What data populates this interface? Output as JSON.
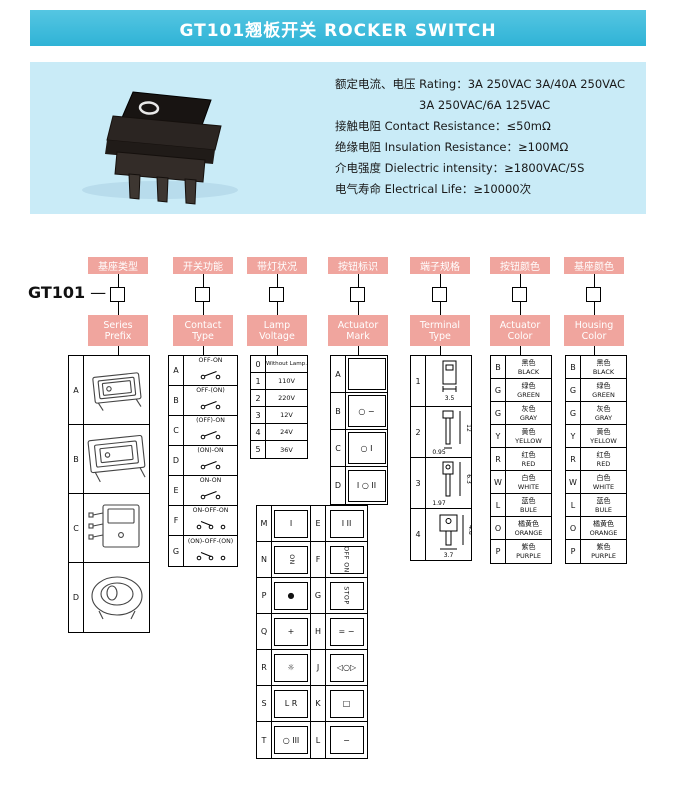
{
  "colors": {
    "banner": "#2fb3d6",
    "banner_light": "#55c6e2",
    "panel": "#c9ebf7",
    "tag": "#f0a59e"
  },
  "header": {
    "title": "GT101翘板开关 ROCKER SWITCH"
  },
  "specs": {
    "lines": [
      {
        "label": "额定电流、电压 Rating：",
        "value": "3A 250VAC 3A/40A 250VAC",
        "indent": false
      },
      {
        "label": "",
        "value": "3A 250VAC/6A 125VAC",
        "indent": true
      },
      {
        "label": "接触电阻 Contact Resistance：",
        "value": "≤50mΩ",
        "indent": false
      },
      {
        "label": "绝缘电阻 Insulation Resistance：",
        "value": "≥100MΩ",
        "indent": false
      },
      {
        "label": "介电强度 Dielectric intensity：",
        "value": "≥1800VAC/5S",
        "indent": false
      },
      {
        "label": "电气寿命 Electrical Life：",
        "value": "≥10000次",
        "indent": false
      }
    ]
  },
  "ordering": {
    "model": "GT101",
    "dash": "—",
    "columns": [
      {
        "cn": "基座类型",
        "en": "Series Prefix"
      },
      {
        "cn": "开关功能",
        "en": "Contact Type"
      },
      {
        "cn": "带灯状况",
        "en": "Lamp Voltage"
      },
      {
        "cn": "按钮标识",
        "en": "Actuator Mark"
      },
      {
        "cn": "端子规格",
        "en": "Terminal Type"
      },
      {
        "cn": "按钮颜色",
        "en": "Actuator Color"
      },
      {
        "cn": "基座颜色",
        "en": "Housing Color"
      }
    ]
  },
  "series_table": {
    "rows": [
      {
        "label": "A"
      },
      {
        "label": "B"
      },
      {
        "label": "C"
      },
      {
        "label": "D"
      }
    ]
  },
  "contact_table": {
    "rows": [
      {
        "label": "A",
        "text": "OFF-ON",
        "poles": 2
      },
      {
        "label": "B",
        "text": "OFF-(ON)",
        "poles": 2
      },
      {
        "label": "C",
        "text": "(OFF)-ON",
        "poles": 2
      },
      {
        "label": "D",
        "text": "(ON)-ON",
        "poles": 2
      },
      {
        "label": "E",
        "text": "ON-ON",
        "poles": 2
      },
      {
        "label": "F",
        "text": "ON-OFF-ON",
        "poles": 3
      },
      {
        "label": "G",
        "text": "(ON)-OFF-(ON)",
        "poles": 3
      }
    ]
  },
  "lamp_table": {
    "rows": [
      {
        "label": "0",
        "text": "Without Lamp."
      },
      {
        "label": "1",
        "text": "110V"
      },
      {
        "label": "2",
        "text": "220V"
      },
      {
        "label": "3",
        "text": "12V"
      },
      {
        "label": "4",
        "text": "24V"
      },
      {
        "label": "5",
        "text": "36V"
      }
    ]
  },
  "mark_table": {
    "top_rows": [
      {
        "label": "A",
        "mark": ""
      },
      {
        "label": "B",
        "mark": "○ −"
      },
      {
        "label": "C",
        "mark": "○ I"
      },
      {
        "label": "D",
        "mark": "I ○ II"
      }
    ],
    "left_rows": [
      {
        "label": "M",
        "mark": "I"
      },
      {
        "label": "N",
        "mark": "ON",
        "rot": true
      },
      {
        "label": "P",
        "mark": "●"
      },
      {
        "label": "Q",
        "mark": "+"
      },
      {
        "label": "R",
        "mark": "☼"
      },
      {
        "label": "S",
        "mark": "L R"
      },
      {
        "label": "T",
        "mark": "○ III"
      }
    ],
    "right_rows": [
      {
        "label": "E",
        "mark": "I II"
      },
      {
        "label": "F",
        "mark": "OFF ON",
        "rot": true
      },
      {
        "label": "G",
        "mark": "STOP",
        "rot": true
      },
      {
        "label": "H",
        "mark": "= −"
      },
      {
        "label": "J",
        "mark": "◁○▷"
      },
      {
        "label": "K",
        "mark": "□"
      },
      {
        "label": "L",
        "mark": "−"
      }
    ]
  },
  "terminal_table": {
    "rows": [
      {
        "label": "1",
        "dim_w": "3.5",
        "dim_h": ""
      },
      {
        "label": "2",
        "dim_w": "0.95",
        "dim_h": "12"
      },
      {
        "label": "3",
        "dim_w": "1.97",
        "dim_h": "6.3"
      },
      {
        "label": "4",
        "dim_w": "3.7",
        "dim_h": "4.8"
      }
    ]
  },
  "actuator_color_table": {
    "rows": [
      {
        "label": "B",
        "cn": "黑色",
        "en": "BLACK"
      },
      {
        "label": "G",
        "cn": "绿色",
        "en": "GREEN"
      },
      {
        "label": "G",
        "cn": "灰色",
        "en": "GRAY"
      },
      {
        "label": "Y",
        "cn": "黄色",
        "en": "YELLOW"
      },
      {
        "label": "R",
        "cn": "红色",
        "en": "RED"
      },
      {
        "label": "W",
        "cn": "白色",
        "en": "WHITE"
      },
      {
        "label": "L",
        "cn": "蓝色",
        "en": "BULE"
      },
      {
        "label": "O",
        "cn": "橘黄色",
        "en": "ORANGE"
      },
      {
        "label": "P",
        "cn": "紫色",
        "en": "PURPLE"
      }
    ]
  },
  "housing_color_table": {
    "rows": [
      {
        "label": "B",
        "cn": "黑色",
        "en": "BLACK"
      },
      {
        "label": "G",
        "cn": "绿色",
        "en": "GREEN"
      },
      {
        "label": "G",
        "cn": "灰色",
        "en": "GRAY"
      },
      {
        "label": "Y",
        "cn": "黄色",
        "en": "YELLOW"
      },
      {
        "label": "R",
        "cn": "红色",
        "en": "RED"
      },
      {
        "label": "W",
        "cn": "白色",
        "en": "WHITE"
      },
      {
        "label": "L",
        "cn": "蓝色",
        "en": "BULE"
      },
      {
        "label": "O",
        "cn": "橘黄色",
        "en": "ORANGE"
      },
      {
        "label": "P",
        "cn": "紫色",
        "en": "PURPLE"
      }
    ]
  }
}
